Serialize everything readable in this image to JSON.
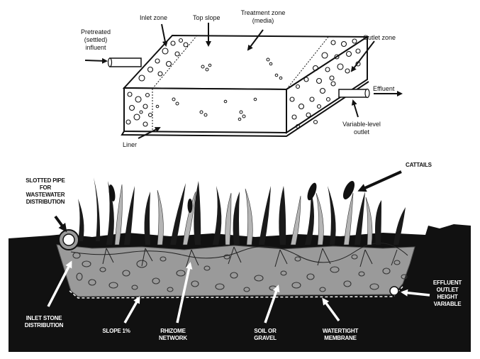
{
  "top_diagram": {
    "labels": {
      "inlet_zone": "Inlet zone",
      "top_slope": "Top slope",
      "treatment_zone_1": "Treatment zone",
      "treatment_zone_2": "(media)",
      "pretreated_1": "Pretreated",
      "pretreated_2": "(settled)",
      "pretreated_3": "influent",
      "outlet_zone": "Outlet zone",
      "effluent": "Effluent",
      "variable_1": "Variable-level",
      "variable_2": "outlet",
      "liner": "Liner"
    }
  },
  "bottom_diagram": {
    "labels": {
      "slotted_1": "SLOTTED PIPE",
      "slotted_2": "FOR",
      "slotted_3": "WASTEWATER",
      "slotted_4": "DISTRIBUTION",
      "cattails": "CATTAILS",
      "inlet_stone_1": "INLET STONE",
      "inlet_stone_2": "DISTRIBUTION",
      "slope": "SLOPE 1%",
      "rhizome_1": "RHIZOME",
      "rhizome_2": "NETWORK",
      "soil_1": "SOIL OR",
      "soil_2": "GRAVEL",
      "watertight_1": "WATERTIGHT",
      "watertight_2": "MEMBRANE",
      "effluent_1": "EFFLUENT",
      "effluent_2": "OUTLET",
      "effluent_3": "HEIGHT",
      "effluent_4": "VARIABLE"
    }
  },
  "colors": {
    "ground": "#111111",
    "gravel_bed": "#9a9a9a",
    "plant_dark": "#1a1a1a",
    "plant_light": "#b5b5b5"
  }
}
